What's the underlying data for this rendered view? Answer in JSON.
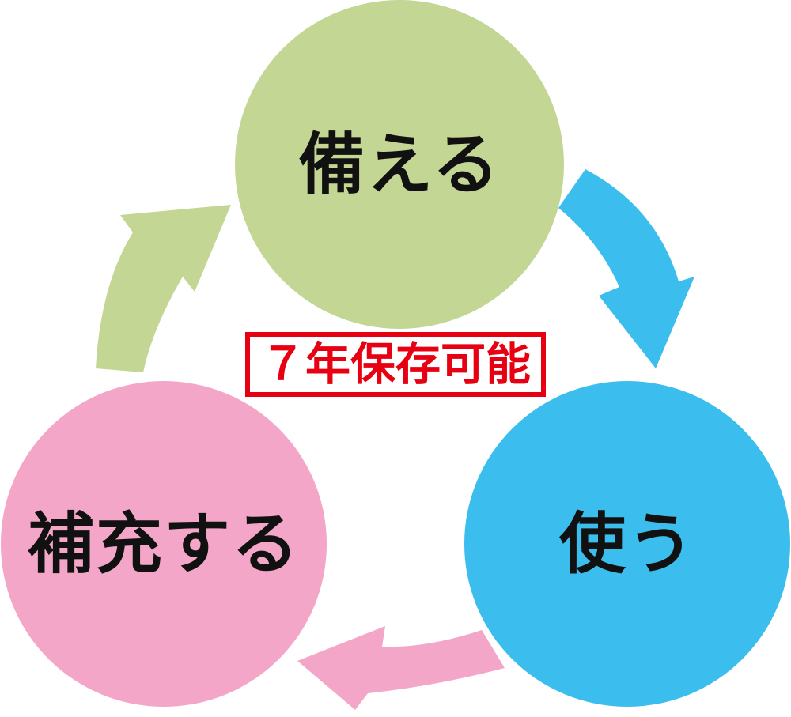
{
  "diagram": {
    "background": "#ffffff",
    "text_color": "#111111",
    "center_badge": {
      "text": "７年保存可能",
      "color": "#e60012",
      "border_color": "#e60012",
      "fill": "#ffffff"
    },
    "nodes": [
      {
        "id": "prepare",
        "label": "備える",
        "color": "#c3d694",
        "position": "top"
      },
      {
        "id": "use",
        "label": "使う",
        "color": "#3bbeee",
        "position": "bottom-right"
      },
      {
        "id": "replenish",
        "label": "補充する",
        "color": "#f3a6c8",
        "position": "bottom-left"
      }
    ],
    "arrows": [
      {
        "name": "arrow-prepare-to-use",
        "from": "備える",
        "to": "使う",
        "color": "#3bbeee"
      },
      {
        "name": "arrow-use-to-replenish",
        "from": "使う",
        "to": "補充する",
        "color": "#f3a6c8"
      },
      {
        "name": "arrow-replenish-to-prepare",
        "from": "補充する",
        "to": "備える",
        "color": "#c3d694"
      }
    ]
  }
}
